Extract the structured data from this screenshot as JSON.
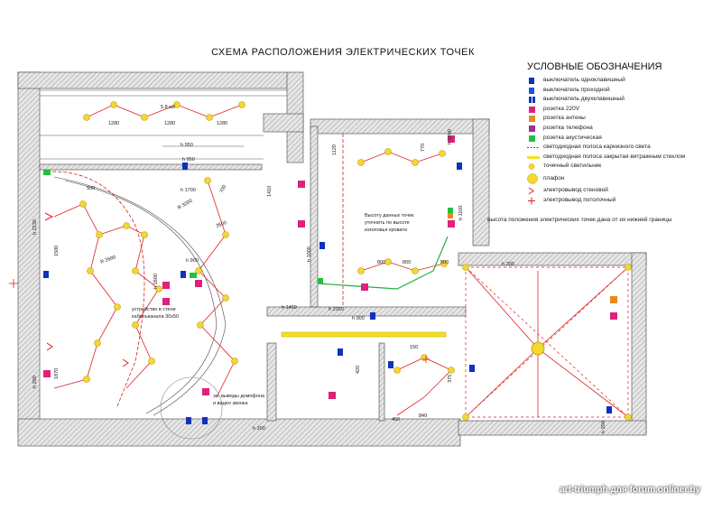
{
  "title": "СХЕМА РАСПОЛОЖЕНИЯ  ЭЛЕКТРИЧЕСКИХ ТОЧЕК",
  "legend": {
    "title": "УСЛОВНЫЕ  ОБОЗНАЧЕНИЯ",
    "items": [
      {
        "label": "выключатель  одноклавишный",
        "symbol": "square-blue-dark"
      },
      {
        "label": "выключатель  проходной",
        "symbol": "square-blue"
      },
      {
        "label": "выключатель  двухклавишный",
        "symbol": "square-blue-double"
      },
      {
        "label": "розетка 220V",
        "symbol": "square-magenta"
      },
      {
        "label": "розетка антены",
        "symbol": "square-orange"
      },
      {
        "label": "розетка телефона",
        "symbol": "square-purple"
      },
      {
        "label": "розетка акустическая",
        "symbol": "square-green"
      },
      {
        "label": "светодиодная полоса карнизного света",
        "symbol": "dashed-red-line"
      },
      {
        "label": "светодиодная полоса закрытая витражным стеклом",
        "symbol": "yellow-bar"
      },
      {
        "label": "точечный светильник",
        "symbol": "small-yellow-circle"
      },
      {
        "label": "плафон",
        "symbol": "large-yellow-circle"
      },
      {
        "label": "электровывод стеновой",
        "symbol": "chevron-red"
      },
      {
        "label": "электровывод потолочный",
        "symbol": "cross-red"
      }
    ]
  },
  "colors": {
    "wall": "#c8c8c8",
    "wire": "#e02020",
    "lamp": "#f4d830",
    "switch": "#1030c0",
    "socket": "#e0207a",
    "antenna": "#e88a20",
    "phone": "#a03090",
    "acoustic": "#20c040"
  },
  "note": "высота положения электрических точек дана от их нижней границы",
  "watermark": "art-triumph для forum.onliner.by",
  "annotations": {
    "area": "5.8 м2",
    "bed_note_1": "Высоту данных точек",
    "bed_note_2": "уточнить по высоте",
    "bed_note_3": "изголовья кровати",
    "cable_1": "устройство в стене",
    "cable_2": "кабельканала 30х50",
    "intercom_1": "эл. выводы домофона",
    "intercom_2": "и видео звонка"
  },
  "dims": {
    "d1280a": "1280",
    "d1280b": "1280",
    "d1280c": "1280",
    "h950a": "h 950",
    "h950b": "h 950",
    "h1700a": "h 1700",
    "h1700b": "h 1700",
    "h200a": "h 200",
    "h200b": "h 200",
    "h200c": "h 200",
    "h200d": "h 200",
    "h2230": "h 2230",
    "h1450": "h 1450",
    "h900a": "h 900",
    "h900b": "h 900",
    "h1100": "h 1100",
    "h1600": "h 1600",
    "h1000": "h 1000",
    "d3200": "R 3200",
    "d2680": "R 2680",
    "d3500": "3500",
    "d800a": "800",
    "d800b": "800",
    "d840": "840",
    "d450": "450",
    "d500": "500",
    "d770": "770",
    "d1120": "1120",
    "d1410": "1410",
    "d2350": "h 2350",
    "d150": "150",
    "d420": "420",
    "d375": "375",
    "d930": "930",
    "d700": "700",
    "d1870": "1870",
    "d1500": "1500"
  }
}
